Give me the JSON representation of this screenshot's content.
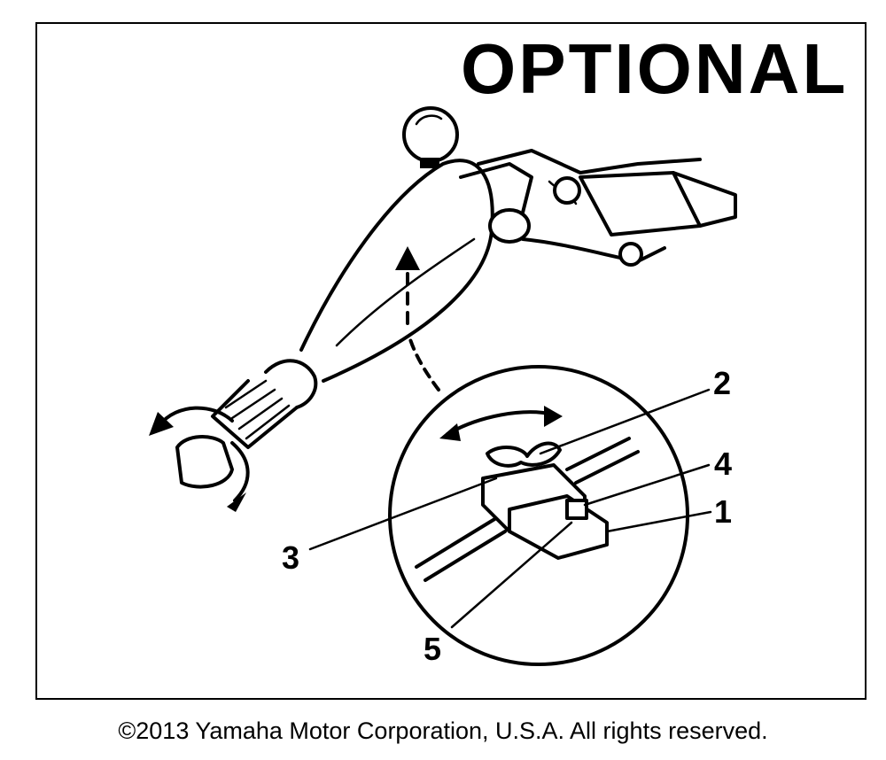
{
  "diagram": {
    "title": "OPTIONAL",
    "callouts": [
      {
        "label": "1"
      },
      {
        "label": "2"
      },
      {
        "label": "3"
      },
      {
        "label": "4"
      },
      {
        "label": "5"
      }
    ]
  },
  "footer": {
    "copyright": "©2013 Yamaha Motor Corporation, U.S.A. All rights reserved."
  }
}
